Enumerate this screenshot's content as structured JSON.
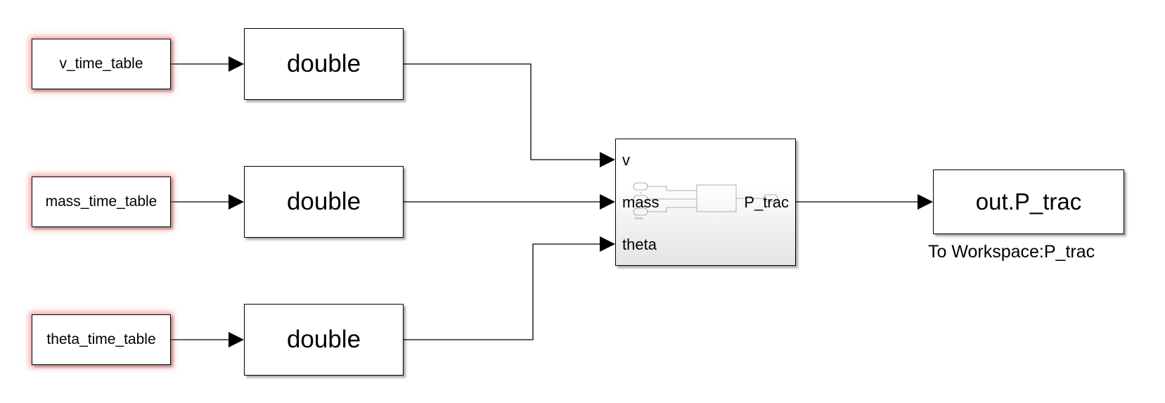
{
  "sources": [
    {
      "id": "v",
      "label": "v_time_table"
    },
    {
      "id": "mass",
      "label": "mass_time_table"
    },
    {
      "id": "theta",
      "label": "theta_time_table"
    }
  ],
  "converters": [
    {
      "label": "double"
    },
    {
      "label": "double"
    },
    {
      "label": "double"
    }
  ],
  "subsystem": {
    "inputs": [
      "v",
      "mass",
      "theta"
    ],
    "output": "P_trac",
    "thumbnail_labels": [
      "v",
      "theta"
    ]
  },
  "sink": {
    "label": "out.P_trac",
    "caption": "To Workspace:P_trac"
  },
  "colors": {
    "line": "#000000",
    "source_glow": "#e64646"
  }
}
